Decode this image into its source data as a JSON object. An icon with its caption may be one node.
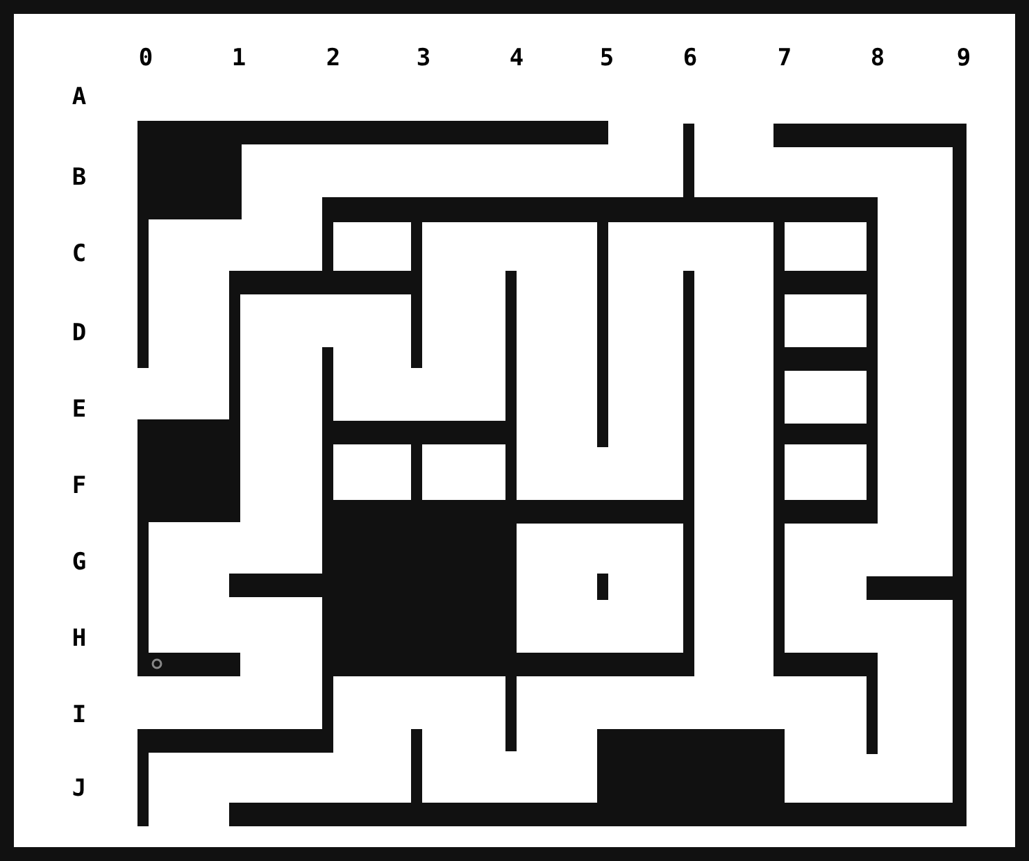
{
  "diagram": {
    "labels": [
      "0",
      "1",
      "2",
      "3",
      "4",
      "5",
      "6",
      "7",
      "8",
      "9",
      "A",
      "B",
      "C",
      "D",
      "E",
      "F",
      "G",
      "H",
      "I",
      "J"
    ]
  }
}
